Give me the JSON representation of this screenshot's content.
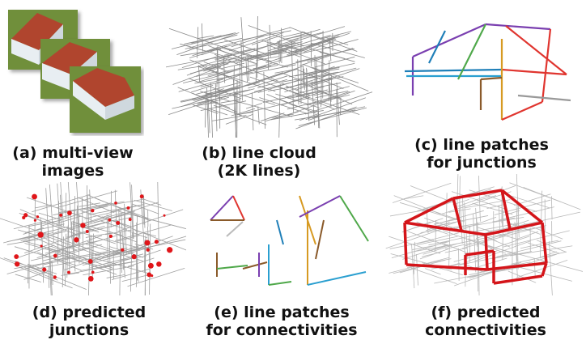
{
  "panels": [
    {
      "id": "a",
      "caption_line1": "(a) multi-view",
      "caption_line2": "images"
    },
    {
      "id": "b",
      "caption_line1": "(b) line cloud",
      "caption_line2": "(2K lines)"
    },
    {
      "id": "c",
      "caption_line1": "(c) line patches",
      "caption_line2": "for junctions"
    },
    {
      "id": "d",
      "caption_line1": "(d) predicted",
      "caption_line2": "junctions"
    },
    {
      "id": "e",
      "caption_line1": "(e) line patches",
      "caption_line2": "for connectivities"
    },
    {
      "id": "f",
      "caption_line1": "(f) predicted",
      "caption_line2": "connectivities"
    }
  ],
  "colors": {
    "roof": "#b0452e",
    "wall": "#e8eef2",
    "grass": "#6f8f3a",
    "cloud_line": "#8a8a8a",
    "junction": "#e0161a",
    "connectivity": "#d4151a",
    "patch_colors": [
      "#7a3fb0",
      "#1f7fb8",
      "#e0352f",
      "#d79a22",
      "#4fa84a",
      "#8a5a2a",
      "#2a9fd0"
    ]
  }
}
